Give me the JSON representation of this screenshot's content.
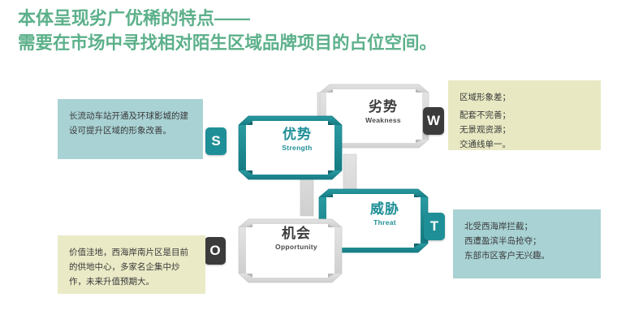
{
  "title": {
    "line1": "本体呈现劣广优稀的特点——",
    "line2": "需要在市场中寻找相对陌生区域品牌项目的占位空间。",
    "color": "#5cb08a"
  },
  "colors": {
    "teal": "#1f8f97",
    "teal_light": "#a9d2d4",
    "yellow_light": "#e8e9c3",
    "dark": "#3b3b3b",
    "gray_frame": "#d9d9d9",
    "title_green": "#5cb08a"
  },
  "badges": {
    "s": "S",
    "w": "W",
    "o": "O",
    "t": "T"
  },
  "pieces": {
    "strength": {
      "cn": "优势",
      "en": "Strength",
      "color": "#1f8f97"
    },
    "weakness": {
      "cn": "劣势",
      "en": "Weakness",
      "color": "#3d3d3d"
    },
    "opportunity": {
      "cn": "机会",
      "en": "Opportunity",
      "color": "#3d3d3d"
    },
    "threat": {
      "cn": "威胁",
      "en": "Threat",
      "color": "#1f8f97"
    }
  },
  "notes": {
    "strength": {
      "text": "长流动车站开通及环球影城的建设可提升区域的形象改善。",
      "background": "#a9d2d4"
    },
    "weakness": {
      "line1": "区域形象差；",
      "line2": "配套不完善；",
      "line3": "无景观资源；",
      "line4": "交通线单一。",
      "background": "#e8e9c3"
    },
    "opportunity": {
      "text": "价值洼地，西海岸南片区是目前的供地中心，多家名企集中炒作，未来升值预期大。",
      "background": "#eaeac7"
    },
    "threat": {
      "line1": "北受西海岸拦截；",
      "line2": "西遭盈滨半岛抢夺；",
      "line3": "东部市区客户无兴趣。",
      "background": "#a9d2d4"
    }
  }
}
